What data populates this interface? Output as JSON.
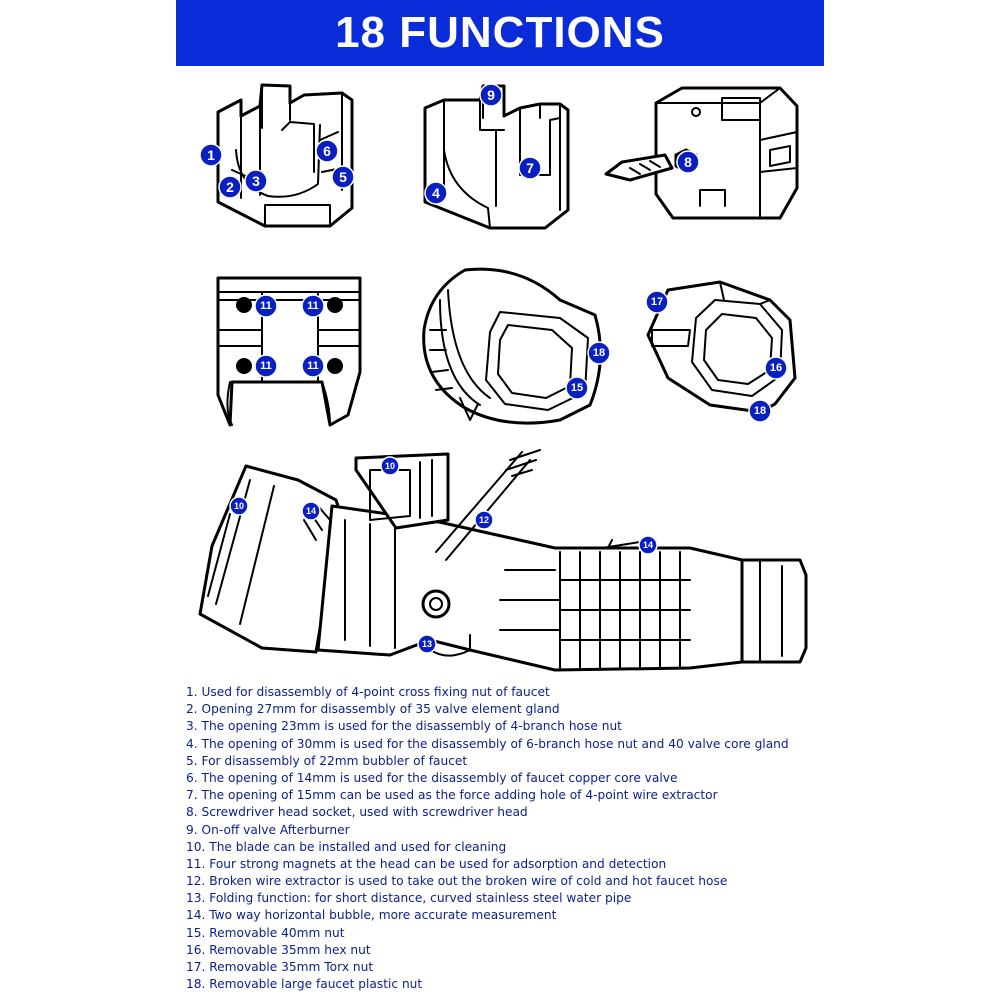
{
  "title": "18 FUNCTIONS",
  "colors": {
    "banner": "#0a2bd8",
    "badge": "#0a1fbf",
    "text": "#0b1f88",
    "line": "#000000"
  },
  "icons": [
    "tool-part-1-icon",
    "tool-part-2-icon",
    "screwdriver-socket-icon",
    "magnet-head-icon",
    "nut-socket-icon",
    "hex-socket-icon",
    "assembled-tool-icon"
  ],
  "badges": {
    "b1": "1",
    "b2": "2",
    "b3": "3",
    "b4": "4",
    "b5": "5",
    "b6": "6",
    "b7": "7",
    "b8": "8",
    "b9": "9",
    "b10a": "10",
    "b10b": "10",
    "b11a": "11",
    "b11b": "11",
    "b11c": "11",
    "b11d": "11",
    "b12": "12",
    "b13": "13",
    "b14a": "14",
    "b14b": "14",
    "b15": "15",
    "b16": "16",
    "b17": "17",
    "b18a": "18",
    "b18b": "18"
  },
  "functions": [
    "1. Used for disassembly of 4-point cross fixing nut of faucet",
    "2. Opening 27mm for disassembly of 35 valve element gland",
    "3. The opening 23mm is used for the disassembly of 4-branch hose nut",
    "4. The opening of 30mm is used for the disassembly of 6-branch hose nut and 40 valve core gland",
    "5. For disassembly of 22mm bubbler of faucet",
    "6. The opening of 14mm is used for the disassembly of faucet copper core valve",
    "7. The opening of 15mm can be used as the force adding hole of 4-point wire extractor",
    "8. Screwdriver head socket, used with screwdriver head",
    "9. On-off valve Afterburner",
    "10. The blade can be installed and used for cleaning",
    "11. Four strong magnets at the head can be used for adsorption and detection",
    "12. Broken wire extractor is used to take out the broken wire of cold and hot faucet hose",
    "13. Folding function: for short distance, curved stainless steel water pipe",
    "14. Two way horizontal bubble, more accurate measurement",
    "15. Removable 40mm nut",
    "16. Removable 35mm hex nut",
    "17. Removable 35mm Torx nut",
    "18. Removable large faucet plastic nut"
  ]
}
